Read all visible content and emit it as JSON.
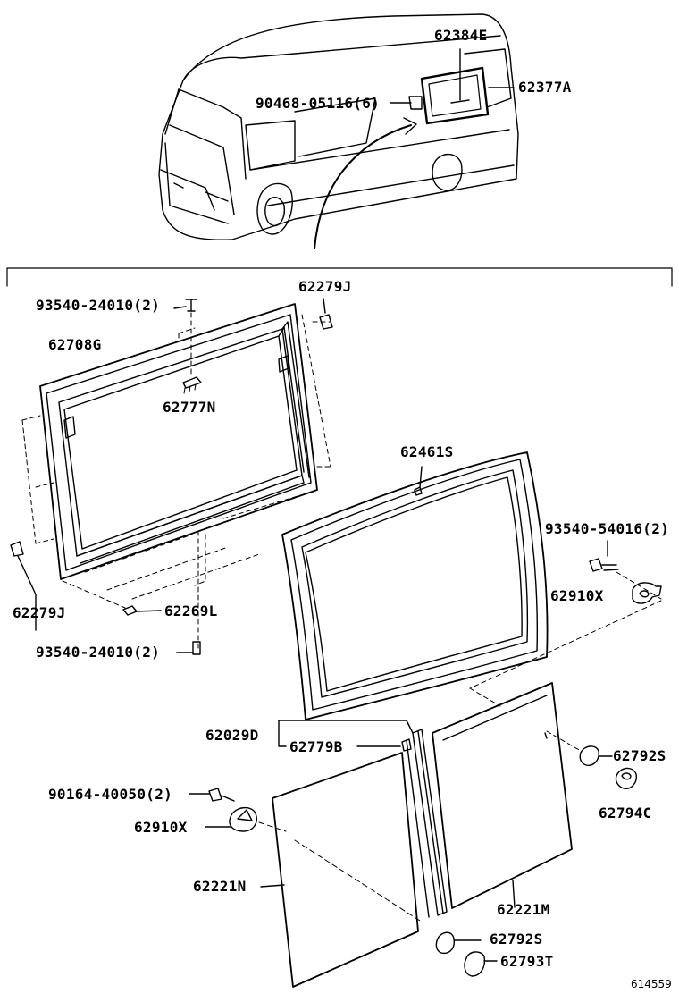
{
  "parts": {
    "p62384E": "62384E",
    "p62377A": "62377A",
    "p90468": "90468-05116(6)",
    "p93540_top": "93540-24010(2)",
    "p62279J_top": "62279J",
    "p62708G": "62708G",
    "p62777N": "62777N",
    "p62461S": "62461S",
    "p93540_54016": "93540-54016(2)",
    "p62910X_right": "62910X",
    "p62279J_left": "62279J",
    "p62269L": "62269L",
    "p93540_bottom": "93540-24010(2)",
    "p62029D": "62029D",
    "p62779B": "62779B",
    "p62792S_upper": "62792S",
    "p90164": "90164-40050(2)",
    "p62794C": "62794C",
    "p62910X_left": "62910X",
    "p62221N": "62221N",
    "p62221M": "62221M",
    "p62792S_lower": "62792S",
    "p62793T": "62793T"
  },
  "figure_number": "614559"
}
